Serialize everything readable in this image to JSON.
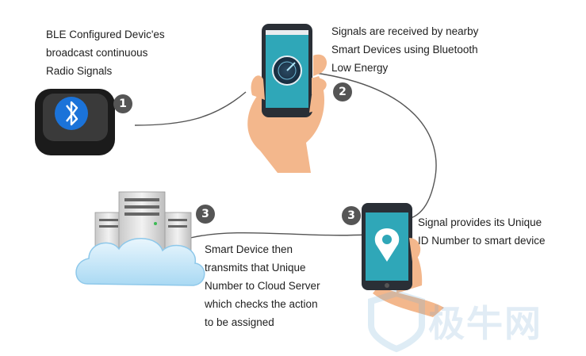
{
  "steps": {
    "beacon": {
      "badge": "1",
      "text": "BLE Configured Devic'es\nbroadcast  continuous\nRadio Signals"
    },
    "receive": {
      "badge": "2",
      "text": "Signals are received by nearby\nSmart Devices using Bluetooth\nLow Energy"
    },
    "identify": {
      "badge": "3",
      "text": "Signal provides its Unique\nID Number to smart device"
    },
    "transmit": {
      "badge": "3",
      "text": "Smart Device then\ntransmits that Unique\nNumber to Cloud Server\nwhich checks the action\nto be assigned"
    }
  },
  "watermark": "极牛网",
  "icons": {
    "beacon": "bluetooth-beacon-icon",
    "phone_radar": "phone-radar-icon",
    "phone_location": "phone-location-icon",
    "cloud_server": "cloud-server-icon"
  },
  "colors": {
    "screen": "#2fa7b8",
    "bluetooth": "#1b73d9",
    "badge": "#555555",
    "skin": "#f3b78c"
  }
}
